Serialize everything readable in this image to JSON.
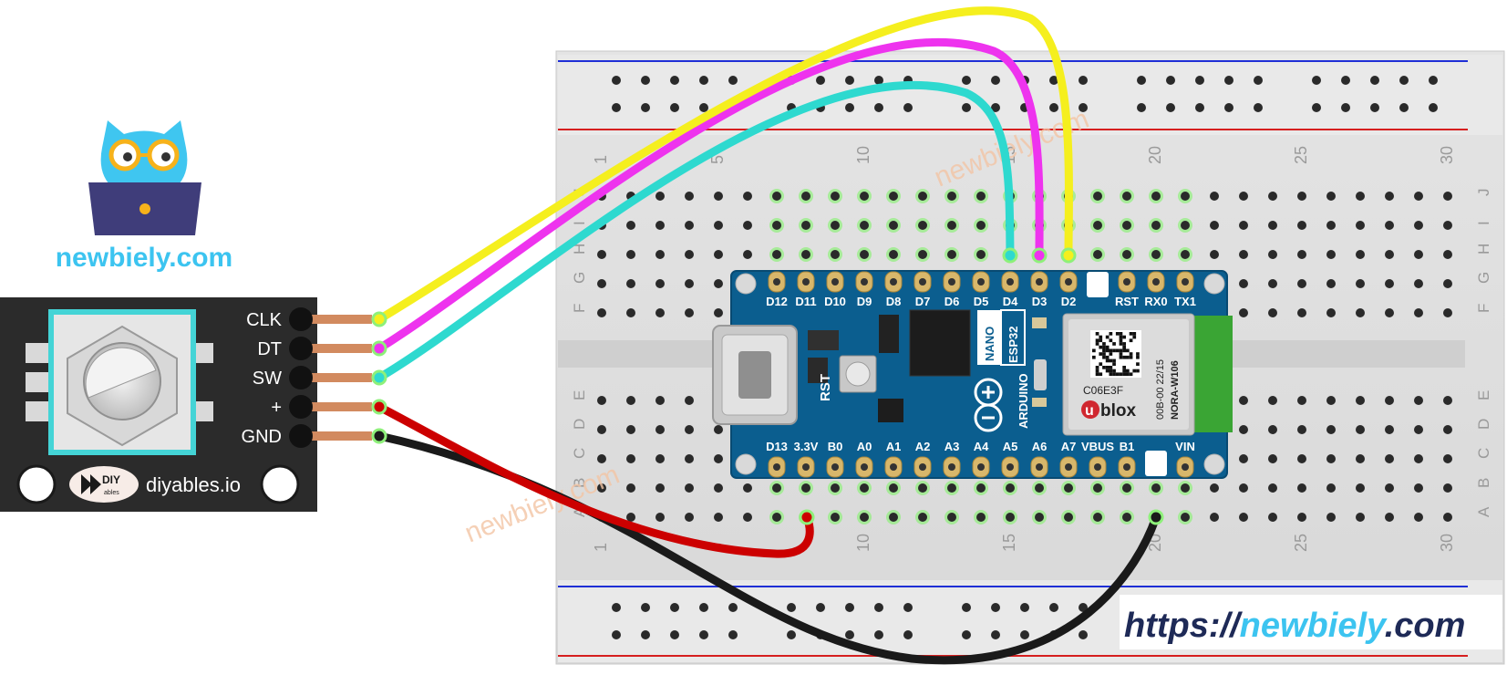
{
  "logo": {
    "text": "newbiely.com",
    "color": "#3cc4f0"
  },
  "encoder": {
    "pins": [
      "CLK",
      "DT",
      "SW",
      "+",
      "GND"
    ],
    "brand": "diyables.io",
    "badge_top": "DIY",
    "badge_bottom": "ables"
  },
  "breadboard": {
    "col_numbers": [
      "1",
      "5",
      "10",
      "15",
      "20",
      "25",
      "30"
    ],
    "row_letters_top": [
      "J",
      "I",
      "H",
      "G",
      "F"
    ],
    "row_letters_bottom": [
      "E",
      "D",
      "C",
      "B",
      "A"
    ],
    "watermark": "newbiely.com"
  },
  "board": {
    "top_pins": [
      "D12",
      "D11",
      "D10",
      "D9",
      "D8",
      "D7",
      "D6",
      "D5",
      "D4",
      "D3",
      "D2",
      "",
      "RST",
      "RX0",
      "TX1"
    ],
    "bottom_pins": [
      "D13",
      "3.3V",
      "B0",
      "A0",
      "A1",
      "A2",
      "A3",
      "A4",
      "A5",
      "A6",
      "A7",
      "VBUS",
      "B1",
      "",
      "VIN"
    ],
    "rst_label": "RST",
    "nano_label": "NANO",
    "esp_label": "ESP32",
    "arduino_label": "ARDUINO",
    "module_code": "C06E3F",
    "module_brand_u": "u",
    "module_brand_rest": "blox",
    "module_id1": "00B-00 22/15",
    "module_id2": "NORA-W106"
  },
  "wires": {
    "colors": {
      "clk": "#f5ef1e",
      "dt": "#ee33ee",
      "sw": "#2ed9cf",
      "vcc": "#cc0000",
      "gnd": "#1a1a1a"
    }
  },
  "footer": {
    "prefix": "https://",
    "site": "newbiely",
    "suffix": ".com"
  }
}
